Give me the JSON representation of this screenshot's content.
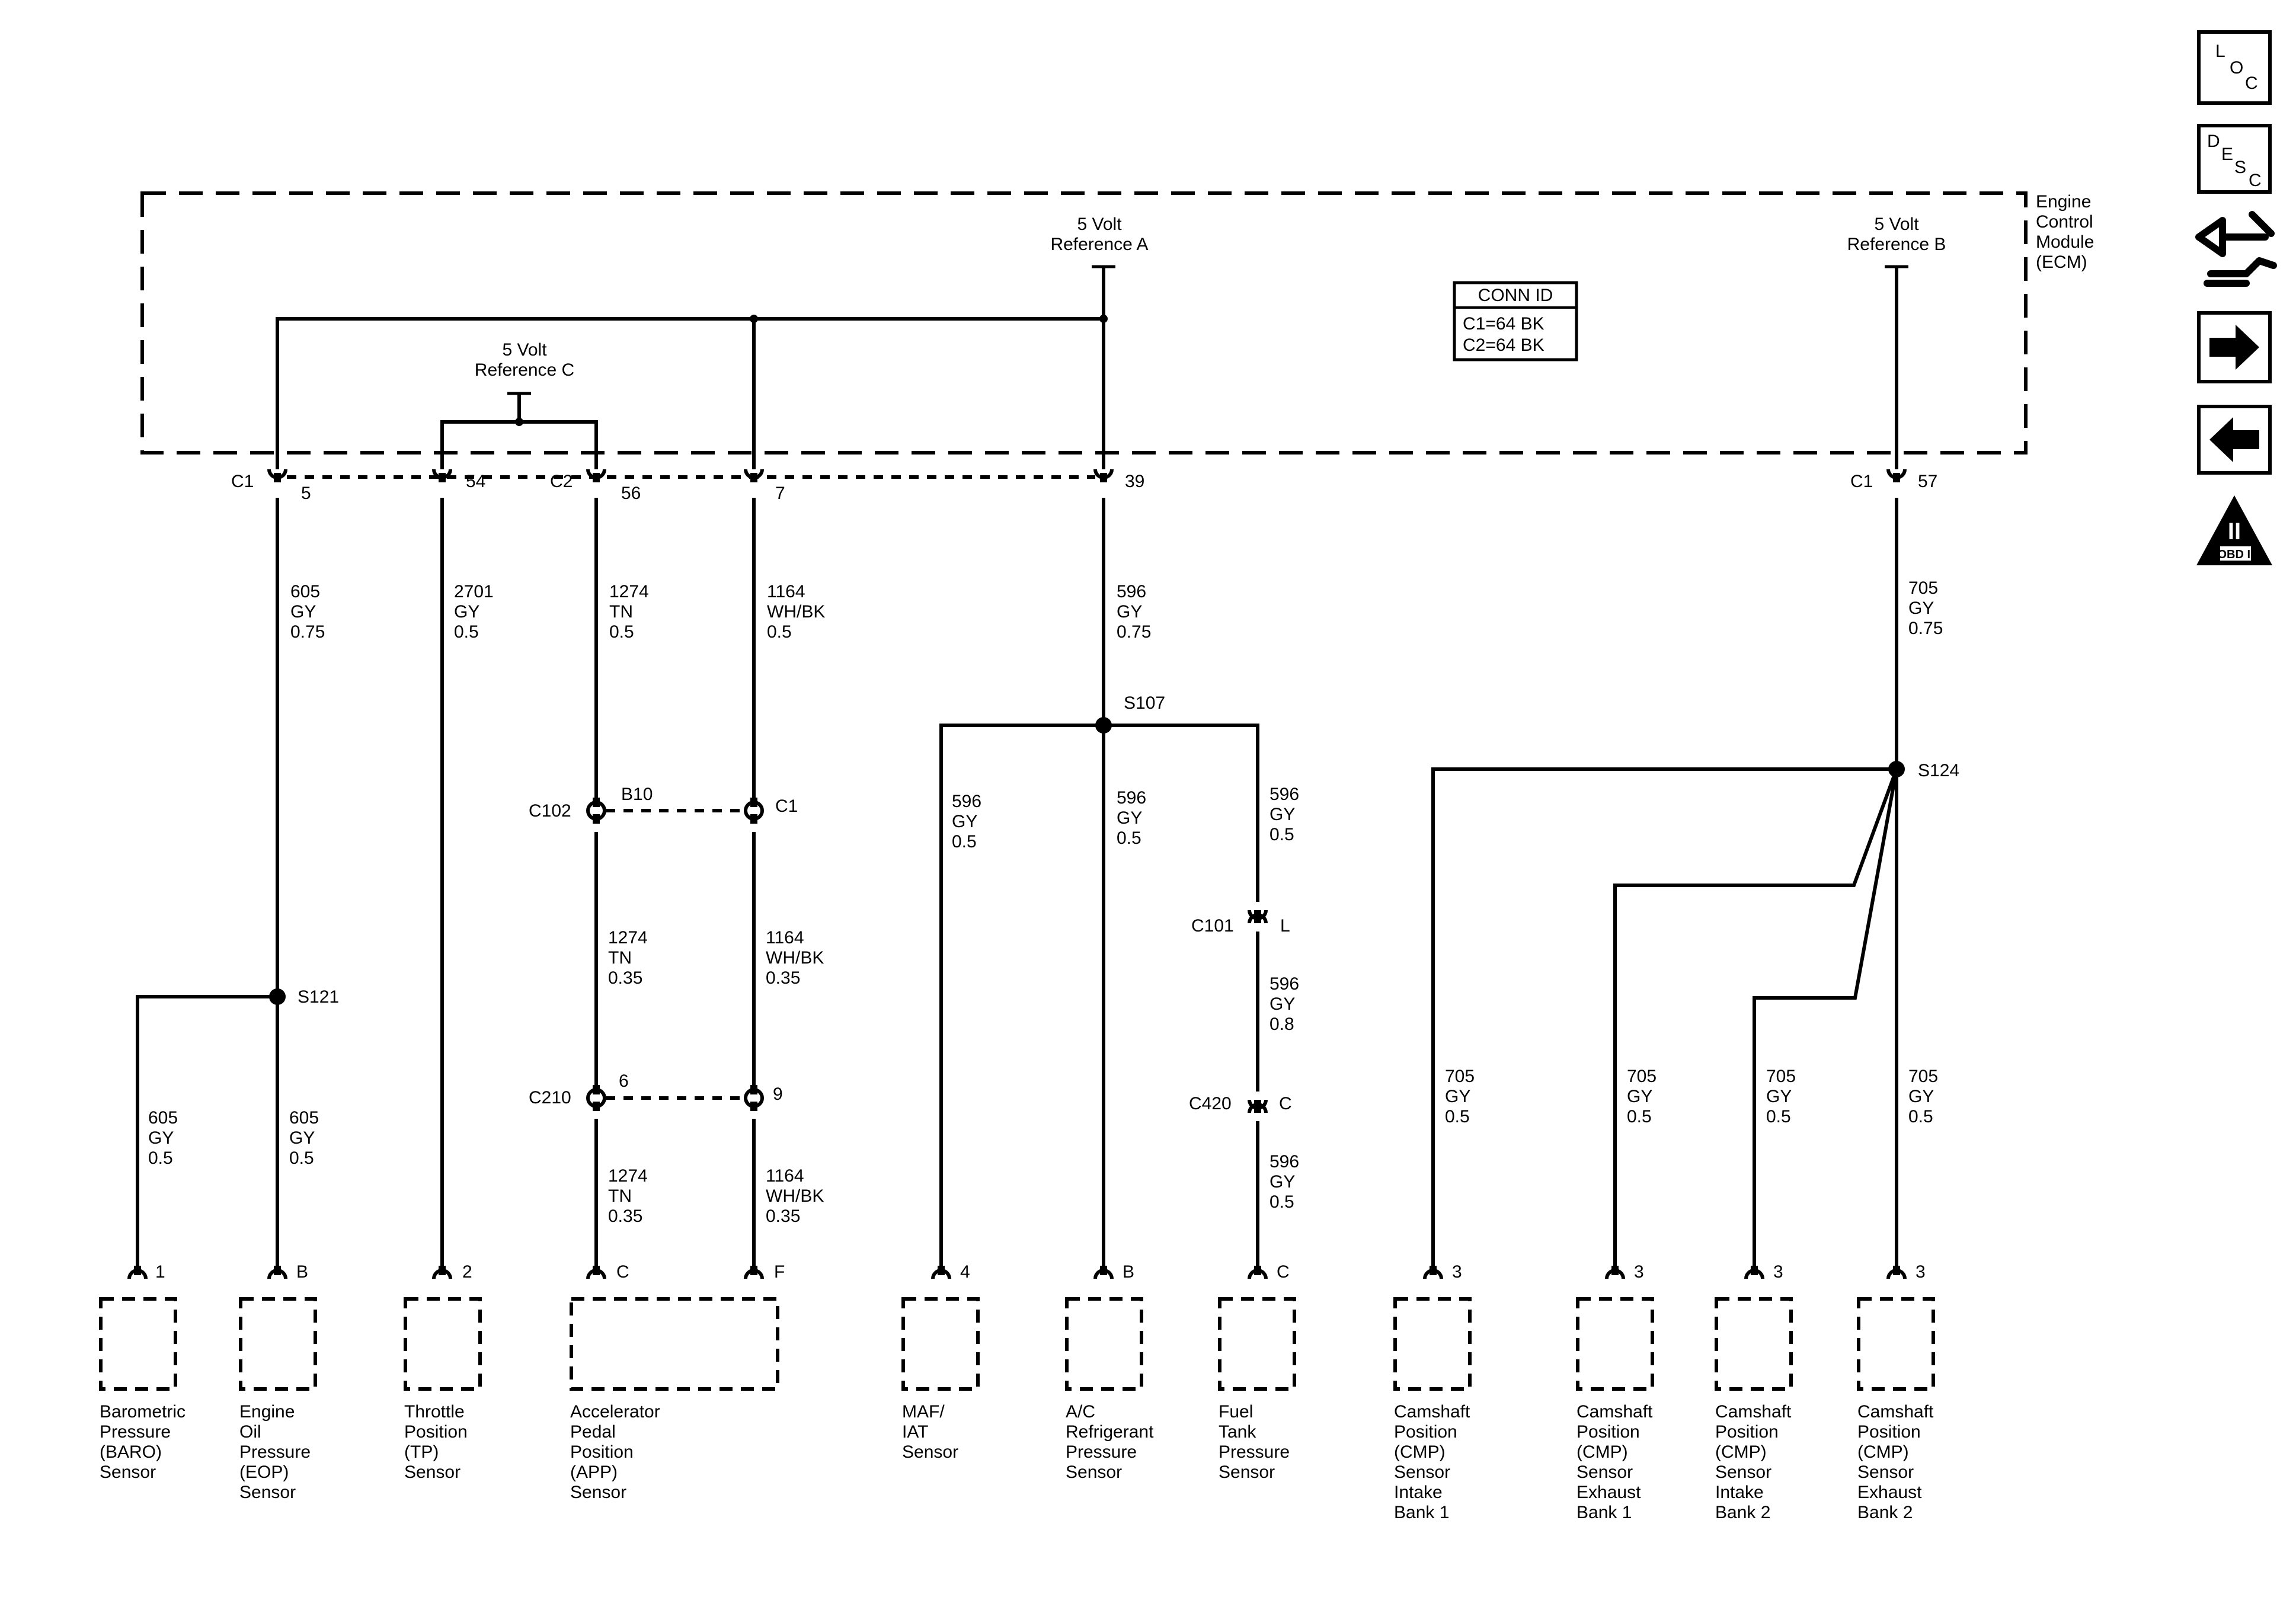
{
  "ecm": {
    "name": [
      "Engine",
      "Control",
      "Module",
      "(ECM)"
    ]
  },
  "refs": {
    "a": [
      "5 Volt",
      "Reference A"
    ],
    "b": [
      "5 Volt",
      "Reference B"
    ],
    "c": [
      "5 Volt",
      "Reference C"
    ]
  },
  "conn_id": {
    "title": "CONN ID",
    "lines": [
      "C1=64 BK",
      "C2=64 BK"
    ]
  },
  "ecm_pins": {
    "c1": "C1",
    "p5": "5",
    "p54": "54",
    "c2": "C2",
    "p56": "56",
    "p7": "7",
    "p39": "39",
    "c1b": "C1",
    "p57": "57"
  },
  "wires": {
    "w605_top": [
      "605",
      "GY",
      "0.75"
    ],
    "w2701": [
      "2701",
      "GY",
      "0.5"
    ],
    "w1274_top": [
      "1274",
      "TN",
      "0.5"
    ],
    "w1164_top": [
      "1164",
      "WH/BK",
      "0.5"
    ],
    "w596_top": [
      "596",
      "GY",
      "0.75"
    ],
    "w705_top": [
      "705",
      "GY",
      "0.75"
    ],
    "w605_baro": [
      "605",
      "GY",
      "0.5"
    ],
    "w605_eop": [
      "605",
      "GY",
      "0.5"
    ],
    "w1274_mid": [
      "1274",
      "TN",
      "0.35"
    ],
    "w1164_mid": [
      "1164",
      "WH/BK",
      "0.35"
    ],
    "w1274_bot": [
      "1274",
      "TN",
      "0.35"
    ],
    "w1164_bot": [
      "1164",
      "WH/BK",
      "0.35"
    ],
    "w596_maf": [
      "596",
      "GY",
      "0.5"
    ],
    "w596_ac": [
      "596",
      "GY",
      "0.5"
    ],
    "w596_fuel1": [
      "596",
      "GY",
      "0.5"
    ],
    "w596_fuel2": [
      "596",
      "GY",
      "0.8"
    ],
    "w596_fuel3": [
      "596",
      "GY",
      "0.5"
    ],
    "w705_1": [
      "705",
      "GY",
      "0.5"
    ],
    "w705_2": [
      "705",
      "GY",
      "0.5"
    ],
    "w705_3": [
      "705",
      "GY",
      "0.5"
    ],
    "w705_4": [
      "705",
      "GY",
      "0.5"
    ]
  },
  "splices": {
    "s107": "S107",
    "s121": "S121",
    "s124": "S124"
  },
  "inline": {
    "c102": "C102",
    "b10": "B10",
    "c1": "C1",
    "c210": "C210",
    "p6": "6",
    "p9": "9",
    "c101": "C101",
    "l": "L",
    "c420": "C420",
    "c": "C"
  },
  "sensor_pins": {
    "baro": "1",
    "eop": "B",
    "tp": "2",
    "app_c": "C",
    "app_f": "F",
    "maf": "4",
    "ac": "B",
    "fuel": "C",
    "cmp1": "3",
    "cmp2": "3",
    "cmp3": "3",
    "cmp4": "3"
  },
  "sensors": {
    "baro": [
      "Barometric",
      "Pressure",
      "(BARO)",
      "Sensor"
    ],
    "eop": [
      "Engine",
      "Oil",
      "Pressure",
      "(EOP)",
      "Sensor"
    ],
    "tp": [
      "Throttle",
      "Position",
      "(TP)",
      "Sensor"
    ],
    "app": [
      "Accelerator",
      "Pedal",
      "Position",
      "(APP)",
      "Sensor"
    ],
    "maf": [
      "MAF/",
      "IAT",
      "Sensor"
    ],
    "ac": [
      "A/C",
      "Refrigerant",
      "Pressure",
      "Sensor"
    ],
    "fuel": [
      "Fuel",
      "Tank",
      "Pressure",
      "Sensor"
    ],
    "cmp_in1": [
      "Camshaft",
      "Position",
      "(CMP)",
      "Sensor",
      "Intake",
      "Bank 1"
    ],
    "cmp_ex1": [
      "Camshaft",
      "Position",
      "(CMP)",
      "Sensor",
      "Exhaust",
      "Bank 1"
    ],
    "cmp_in2": [
      "Camshaft",
      "Position",
      "(CMP)",
      "Sensor",
      "Intake",
      "Bank 2"
    ],
    "cmp_ex2": [
      "Camshaft",
      "Position",
      "(CMP)",
      "Sensor",
      "Exhaust",
      "Bank 2"
    ]
  },
  "sidebar": {
    "loc": [
      "L",
      "O",
      "C"
    ],
    "desc": [
      "D",
      "E",
      "S",
      "C"
    ],
    "obd": "OBD II",
    "obd_numeral": "II"
  }
}
